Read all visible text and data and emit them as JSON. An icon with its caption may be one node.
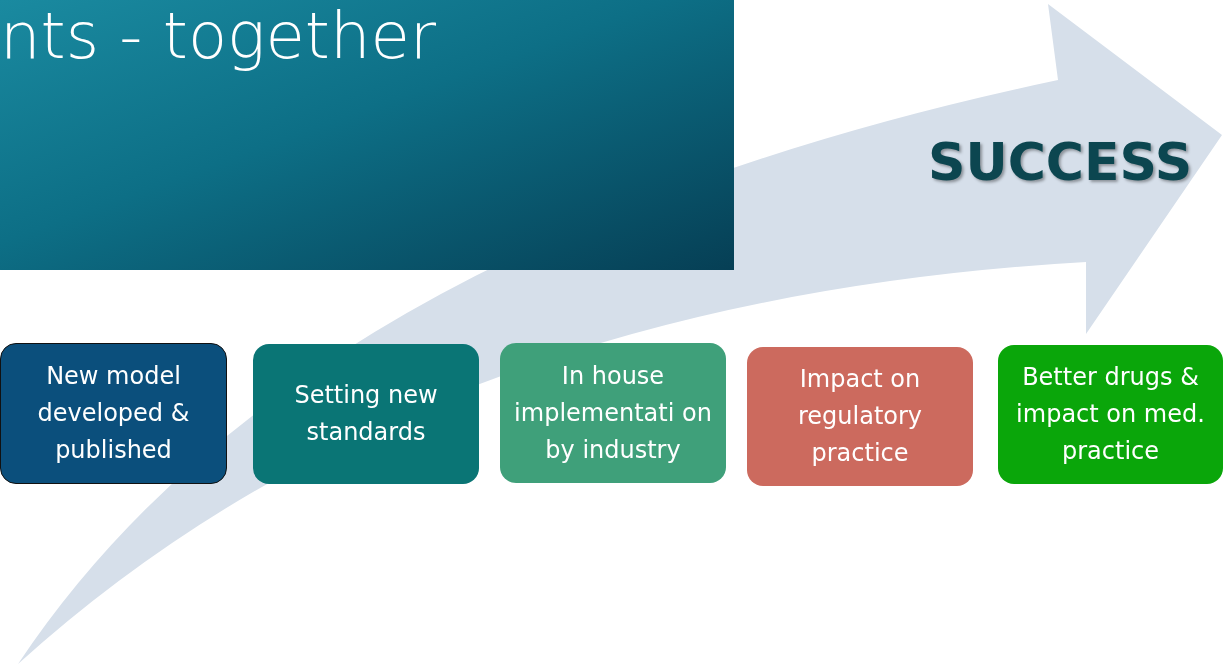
{
  "diagram": {
    "nodes": [
      {
        "text": [
          "New model developed & published"
        ]
      },
      {
        "text": [
          "Setting new standards"
        ]
      },
      {
        "text": [
          "In house implementati on by industry"
        ]
      },
      {
        "text": [
          "Impact on regulatory practice"
        ]
      },
      {
        "text": [
          "Better drugs & impact on med. practice"
        ]
      }
    ],
    "labels": [
      "nts - together",
      "SUCCESS"
    ]
  }
}
